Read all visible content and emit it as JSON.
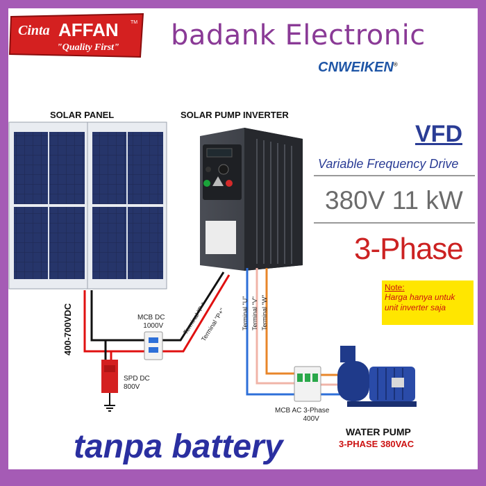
{
  "badge": {
    "name_part1": "Cinta",
    "name_part2": "AFFAN",
    "tm": "TM",
    "tagline": "\"Quality First\""
  },
  "brand": {
    "title": "badank Electronic",
    "partner": "CNWEIKEN",
    "registered": "®"
  },
  "labels": {
    "solar_panel": "SOLAR PANEL",
    "inverter": "SOLAR PUMP INVERTER"
  },
  "product": {
    "abbr": "VFD",
    "full": "Variable Frequency Drive",
    "spec": "380V  11 kW",
    "phase": "3-Phase"
  },
  "note": {
    "title": "Note:",
    "body_1": "Harga hanya untuk",
    "body_2": "unit inverter saja"
  },
  "diagram": {
    "voltage_range": "400-700VDC",
    "mcb_dc_1": "MCB DC",
    "mcb_dc_2": "1000V",
    "spd_1": "SPD DC",
    "spd_2": "800V",
    "terminal_p_minus": "Terminal \"P-\"",
    "terminal_p_plus": "Terminal \"P+\"",
    "terminal_u": "Terminal \"U\"",
    "terminal_v": "Terminal \"V\"",
    "terminal_w": "Terminal \"W\"",
    "mcb_ac_1": "MCB AC 3-Phase",
    "mcb_ac_2": "400V"
  },
  "pump": {
    "title": "WATER PUMP",
    "spec": "3-PHASE 380VAC"
  },
  "footer": {
    "text": "tanpa battery"
  },
  "colors": {
    "frame": "#a55bb5",
    "accent_red": "#cc2222",
    "accent_blue": "#2a3c95",
    "badge_red": "#d42020"
  }
}
